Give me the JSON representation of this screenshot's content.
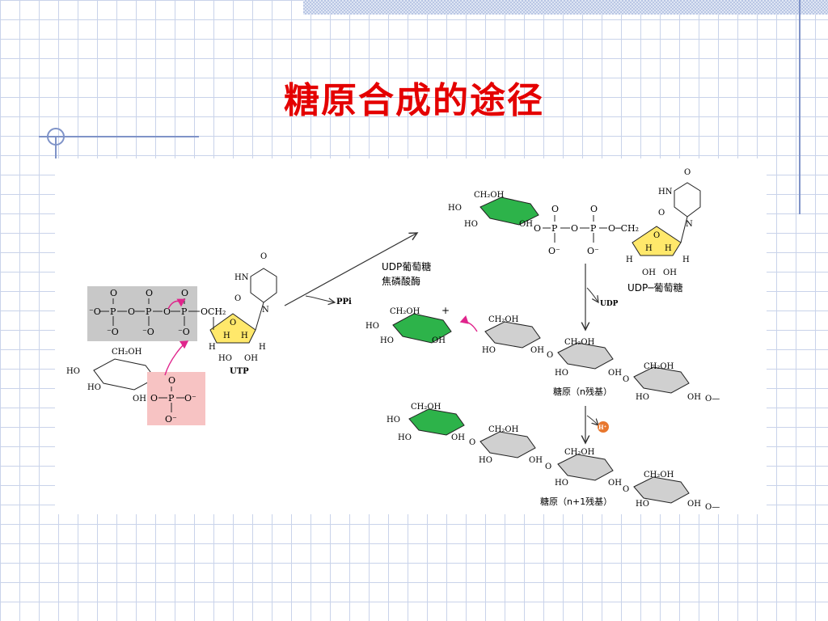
{
  "title": "糖原合成的途径",
  "labels": {
    "utp": "UTP",
    "ppi": "PPi",
    "enzyme_line1": "UDP葡萄糖",
    "enzyme_line2": "焦磷酸酶",
    "udp_glucose": "UDP─葡萄糖",
    "udp": "UDP",
    "glycogen_n": "糖原（n残基）",
    "glycogen_n1": "糖原（n+1残基）",
    "h_plus": "H⁺",
    "plus_sign": "+"
  },
  "chem": {
    "ch2oh": "CH₂OH",
    "ho": "HO",
    "oh": "OH",
    "o": "O",
    "p": "P",
    "o_minus": "O⁻",
    "minus_o": "⁻O",
    "och2": "OCH₂",
    "o_ch2": "O─CH₂",
    "hn": "HN",
    "n": "N",
    "h": "H",
    "tail": "O—"
  },
  "colors": {
    "title": "#e40000",
    "glucose_green": "#2db34a",
    "ring_gray": "#d0d0d0",
    "utp_box": "#c8c8c8",
    "phosphate_box": "#f7c3c3",
    "ribose_yellow": "#ffe86b",
    "arrow_magenta": "#e0258c"
  }
}
